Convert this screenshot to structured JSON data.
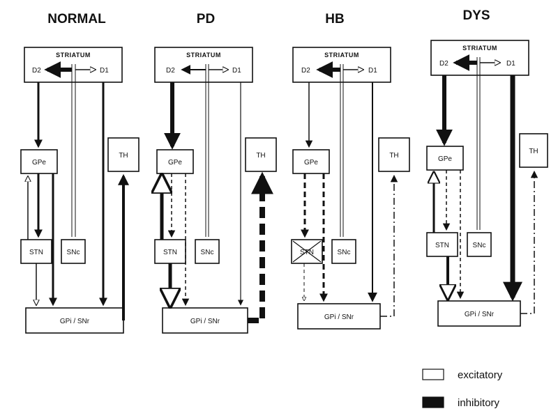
{
  "panels": [
    {
      "title": "NORMAL",
      "striatum": "STRIATUM",
      "d2": "D2",
      "d1": "D1",
      "gpe": "GPe",
      "stn": "STN",
      "snc": "SNc",
      "th": "TH",
      "gpi": "GPi / SNr"
    },
    {
      "title": "PD",
      "striatum": "STRIATUM",
      "d2": "D2",
      "d1": "D1",
      "gpe": "GPe",
      "stn": "STN",
      "snc": "SNc",
      "th": "TH",
      "gpi": "GPi / SNr"
    },
    {
      "title": "HB",
      "striatum": "STRIATUM",
      "d2": "D2",
      "d1": "D1",
      "gpe": "GPe",
      "stn": "STN",
      "snc": "SNc",
      "th": "TH",
      "gpi": "GPi / SNr"
    },
    {
      "title": "DYS",
      "striatum": "STRIATUM",
      "d2": "D2",
      "d1": "D1",
      "gpe": "GPe",
      "stn": "STN",
      "snc": "SNc",
      "th": "TH",
      "gpi": "GPi / SNr"
    }
  ],
  "legend": {
    "excitatory": "excitatory",
    "inhibitory": "inhibitory"
  }
}
